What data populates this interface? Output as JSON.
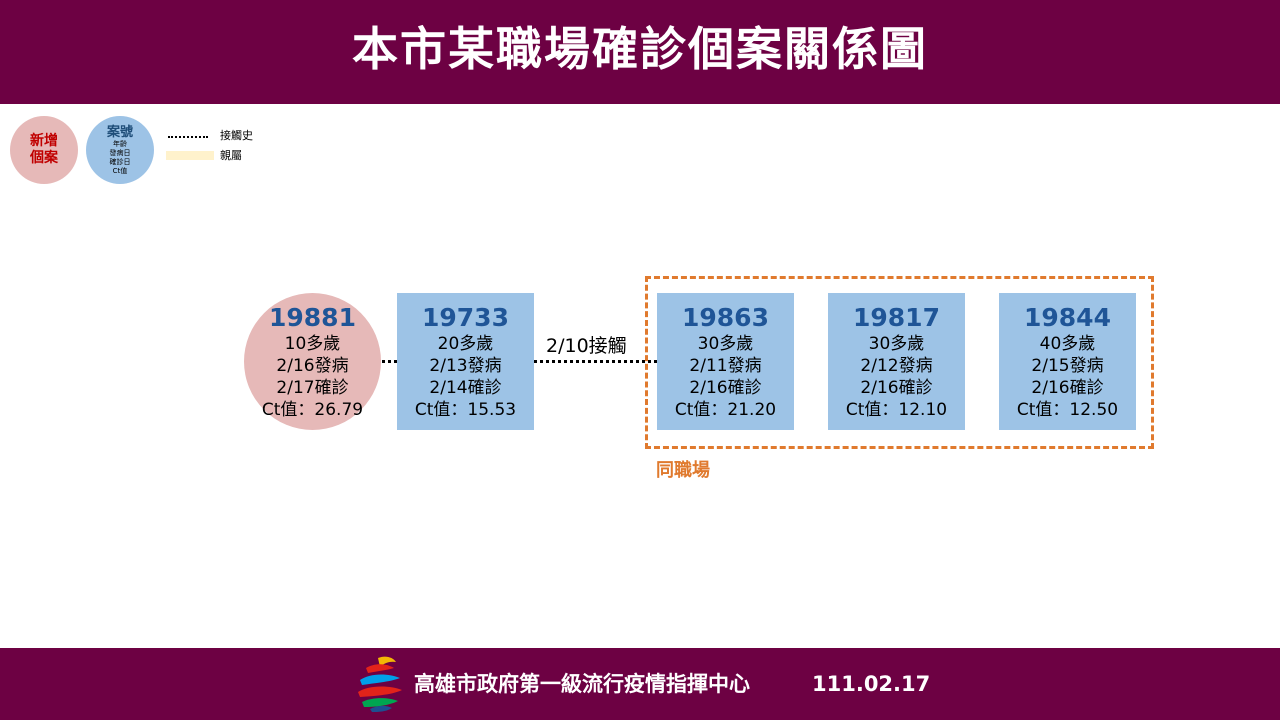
{
  "header": {
    "title": "本市某職場確診個案關係圖"
  },
  "legend": {
    "new_case": {
      "line1": "新增",
      "line2": "個案"
    },
    "case_key": {
      "title": "案號",
      "lines": [
        "年齡",
        "發病日",
        "確診日",
        "Ct值"
      ]
    },
    "contact_label": "接觸史",
    "relative_label": "親屬"
  },
  "cases": [
    {
      "id": "19881",
      "age": "10多歲",
      "onset": "2/16發病",
      "confirmed": "2/17確診",
      "ct": "Ct值：26.79",
      "new": true
    },
    {
      "id": "19733",
      "age": "20多歲",
      "onset": "2/13發病",
      "confirmed": "2/14確診",
      "ct": "Ct值：15.53",
      "new": false
    },
    {
      "id": "19863",
      "age": "30多歲",
      "onset": "2/11發病",
      "confirmed": "2/16確診",
      "ct": "Ct值：21.20",
      "new": false
    },
    {
      "id": "19817",
      "age": "30多歲",
      "onset": "2/12發病",
      "confirmed": "2/16確診",
      "ct": "Ct值：12.10",
      "new": false
    },
    {
      "id": "19844",
      "age": "40多歲",
      "onset": "2/15發病",
      "confirmed": "2/16確診",
      "ct": "Ct值：12.50",
      "new": false
    }
  ],
  "links": {
    "contact_label": "2/10接觸"
  },
  "group": {
    "label": "同職場"
  },
  "footer": {
    "org": "高雄市政府第一級流行疫情指揮中心",
    "date": "111.02.17"
  },
  "colors": {
    "header_bg": "#6d0143",
    "new_case_fill": "#e6b9b8",
    "case_fill": "#9dc3e6",
    "case_id_text": "#1f5597",
    "group_border": "#e07a2e",
    "relative_fill": "#fff2cc"
  }
}
